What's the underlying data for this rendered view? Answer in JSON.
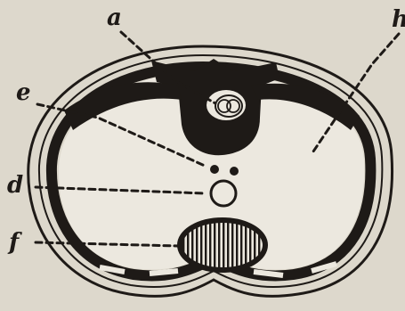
{
  "figure": {
    "labels": {
      "a": "a",
      "h": "h",
      "e": "e",
      "d": "d",
      "f": "f"
    },
    "colors": {
      "paper": "#ddd8cc",
      "ink": "#1e1a17",
      "cavity": "#ece8df"
    }
  }
}
